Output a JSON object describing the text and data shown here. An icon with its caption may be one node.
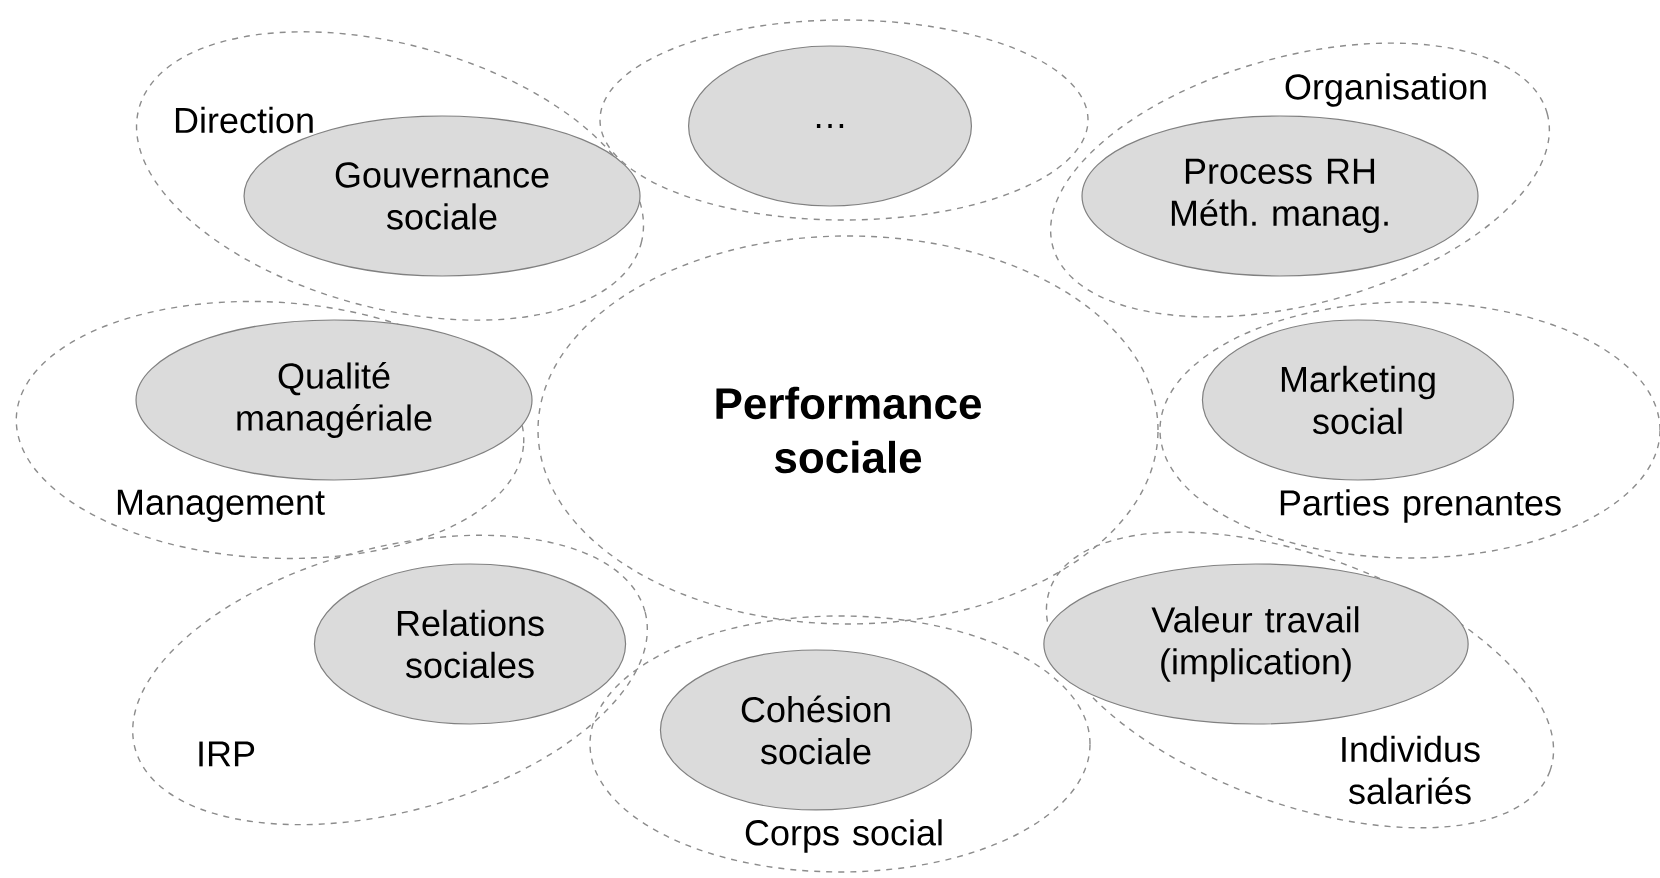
{
  "diagram": {
    "nodes": [
      {
        "text": [
          "Direction"
        ]
      },
      {
        "text": [
          "Gouvernance sociale"
        ],
        "in": 0
      },
      {
        "text": [],
        "shape": "ellipse"
      },
      {
        "text": [
          "…"
        ],
        "in": 2
      },
      {
        "text": [
          "Organisation"
        ]
      },
      {
        "text": [
          "Process RH Méth. manag."
        ],
        "in": 4
      },
      {
        "text": [
          "Management"
        ]
      },
      {
        "text": [
          "Qualité managériale"
        ],
        "in": 6
      },
      {
        "text": [
          "Performance sociale"
        ]
      },
      {
        "text": [
          "Parties prenantes"
        ]
      },
      {
        "text": [
          "Marketing social"
        ],
        "in": 9
      },
      {
        "text": [
          "IRP"
        ]
      },
      {
        "text": [
          "Relations sociales"
        ],
        "in": 11
      },
      {
        "text": [
          "Corps social"
        ]
      },
      {
        "text": [
          "Cohésion sociale"
        ],
        "in": 13
      },
      {
        "text": [
          "Individus salariés"
        ]
      },
      {
        "text": [
          "Valeur travail (implication)"
        ],
        "in": 15
      }
    ]
  }
}
